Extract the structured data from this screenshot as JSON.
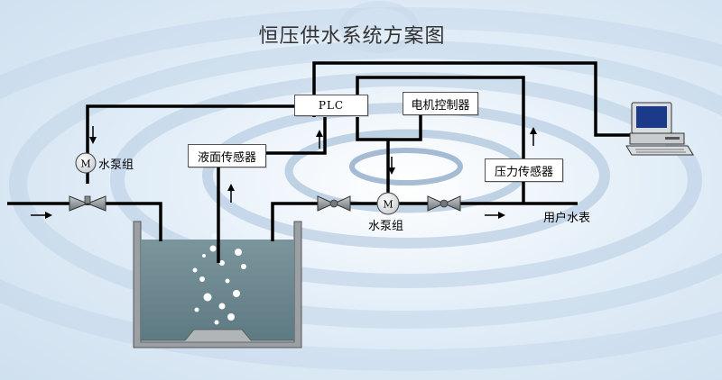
{
  "title": "恒压供水系统方案图",
  "boxes": {
    "plc": "PLC",
    "motor_controller": "电机控制器",
    "level_sensor": "液面传感器",
    "pressure_sensor": "压力传感器"
  },
  "labels": {
    "pump_group_left": "水泵组",
    "pump_group_center": "水泵组",
    "user_meter": "用户水表"
  },
  "motor_symbol": "M",
  "colors": {
    "background_light": "#eef4fa",
    "ripple": "#7fa3c6",
    "water": "#6e8a92",
    "tank_wall": "#9aa0a3",
    "pipe": "#000000",
    "valve": "#6d7378"
  }
}
